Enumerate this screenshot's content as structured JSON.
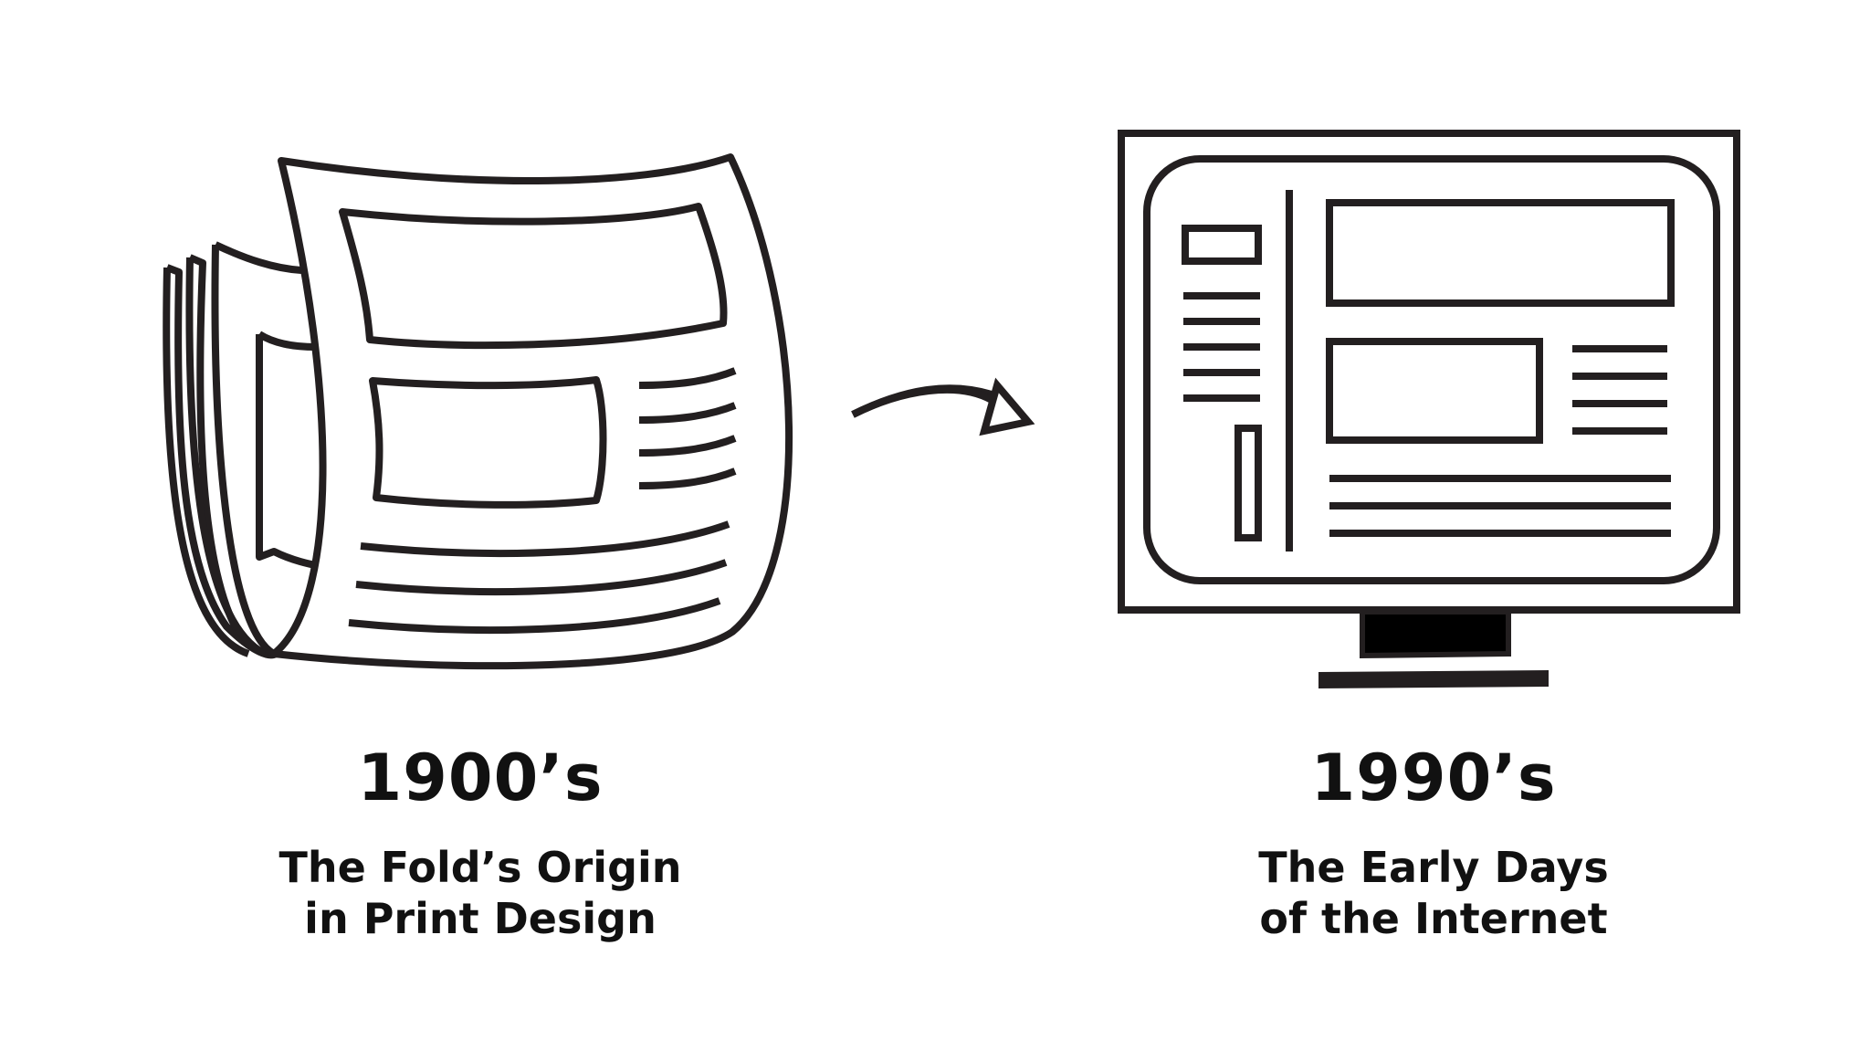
{
  "colors": {
    "ink": "#231f20",
    "background": "#ffffff",
    "screen_stand": "#000000"
  },
  "left_panel": {
    "icon": "newspaper-icon",
    "year": "1900’s",
    "title_line1": "The Fold’s Origin",
    "title_line2": "in Print Design"
  },
  "connector": {
    "icon": "curved-arrow-icon"
  },
  "right_panel": {
    "icon": "computer-monitor-icon",
    "year": "1990’s",
    "title_line1": "The Early Days",
    "title_line2": "of the Internet"
  }
}
